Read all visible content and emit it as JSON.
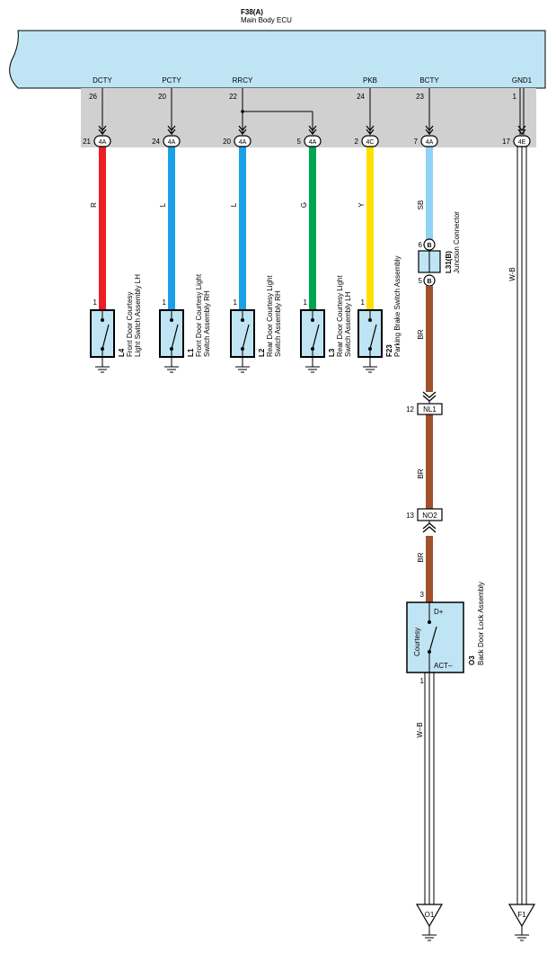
{
  "ecu": {
    "code": "F38(A)",
    "name": "Main Body ECU",
    "fill": "#bfe4f4",
    "terminals": [
      {
        "label": "DCTY",
        "pin": "26"
      },
      {
        "label": "PCTY",
        "pin": "20"
      },
      {
        "label": "RRCY",
        "pin": "22"
      },
      {
        "label": "PKB",
        "pin": "24"
      },
      {
        "label": "BCTY",
        "pin": "23"
      },
      {
        "label": "GND1",
        "pin": "1"
      }
    ]
  },
  "junction_connectors": [
    {
      "pin": "21",
      "code": "4A"
    },
    {
      "pin": "24",
      "code": "4A"
    },
    {
      "pin": "20",
      "code": "4A"
    },
    {
      "pin": "5",
      "code": "4A"
    },
    {
      "pin": "2",
      "code": "4C"
    },
    {
      "pin": "7",
      "code": "4A"
    },
    {
      "pin": "17",
      "code": "4E"
    }
  ],
  "wires": [
    {
      "code": "R",
      "color": "#ee1c25"
    },
    {
      "code": "L",
      "color": "#1aa0e8"
    },
    {
      "code": "L",
      "color": "#1aa0e8"
    },
    {
      "code": "G",
      "color": "#00a551"
    },
    {
      "code": "Y",
      "color": "#ffe000"
    },
    {
      "code": "SB",
      "color": "#8fd3f5"
    },
    {
      "code": "W-B",
      "color": "#ffffff"
    }
  ],
  "switches": [
    {
      "pin": "1",
      "code": "L4",
      "line1": "Front Door Courtesy",
      "line2": "Light Switch Assembly LH"
    },
    {
      "pin": "1",
      "code": "L1",
      "line1": "Front Door Courtesy Light",
      "line2": "Switch Assembly RH"
    },
    {
      "pin": "1",
      "code": "L2",
      "line1": "Rear Door Courtesy Light",
      "line2": "Switch Assembly RH"
    },
    {
      "pin": "1",
      "code": "L3",
      "line1": "Rear Door Courtesy Light",
      "line2": "Switch Assembly LH"
    },
    {
      "pin": "1",
      "code": "F23",
      "line1": "Parking Brake Switch Assembly"
    }
  ],
  "junction_l31": {
    "code": "L31(B)",
    "name": "Junction Connector",
    "top_pin": "6",
    "bottom_pin": "5",
    "letter": "B"
  },
  "br_wire": {
    "code": "BR",
    "color": "#a0522d"
  },
  "connectors": [
    {
      "pin": "12",
      "code": "NL1"
    },
    {
      "pin": "13",
      "code": "NO2"
    }
  ],
  "back_door": {
    "code": "O3",
    "name": "Back Door Lock Assembly",
    "inner_label": "Courtesy",
    "terminal_top": "D+",
    "terminal_bottom": "ACT–",
    "pin_top": "3",
    "pin_bottom": "1",
    "fill": "#bfe4f4"
  },
  "grounds": [
    {
      "code": "O1",
      "wire": "W–B"
    },
    {
      "code": "F1",
      "wire": "W–B"
    }
  ]
}
